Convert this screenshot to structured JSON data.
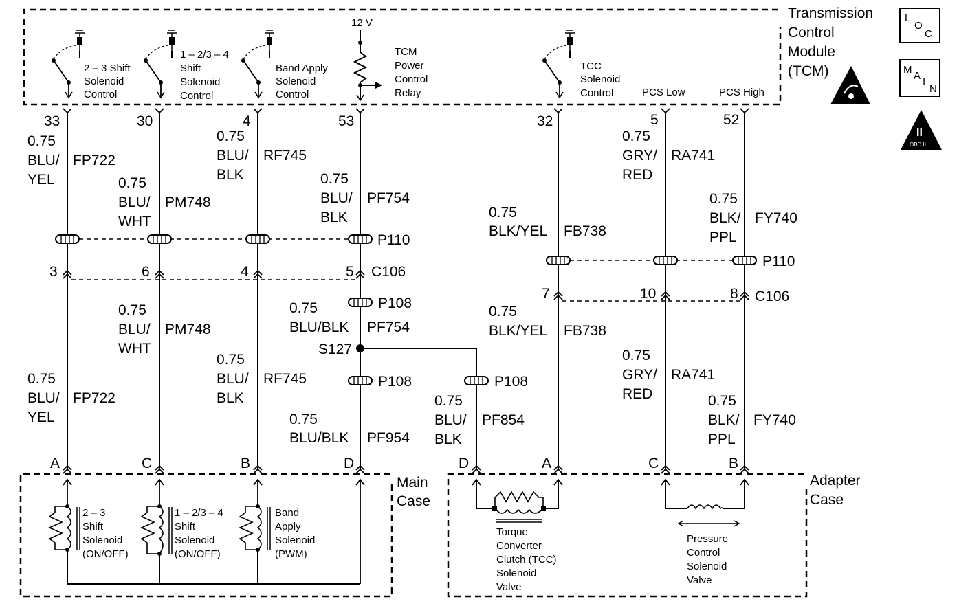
{
  "module": {
    "title_lines": [
      "Transmission",
      "Control",
      "Module",
      "(TCM)"
    ],
    "icons": {
      "loc": [
        "L",
        "O",
        "C"
      ],
      "main": [
        "M",
        "A",
        "I",
        "N"
      ],
      "obd": [
        "II",
        "OBD II"
      ]
    }
  },
  "supply": {
    "voltage": "12 V"
  },
  "switches": {
    "s23": [
      "2 – 3 Shift",
      "Solenoid",
      "Control"
    ],
    "s1234": [
      "1 – 2/3 – 4",
      "Shift",
      "Solenoid",
      "Control"
    ],
    "band": [
      "Band Apply",
      "Solenoid",
      "Control"
    ],
    "relay": [
      "TCM",
      "Power",
      "Control",
      "Relay"
    ],
    "tcc": [
      "TCC",
      "Solenoid",
      "Control"
    ],
    "pcs_low": "PCS Low",
    "pcs_high": "PCS High"
  },
  "pins": {
    "c1": "33",
    "c2": "30",
    "c3": "4",
    "c4": "53",
    "c5": "32",
    "c6": "5",
    "c7": "52"
  },
  "upper_wires": {
    "c1": [
      "0.75",
      "BLU/",
      "YEL",
      "FP722"
    ],
    "c2": [
      "0.75",
      "BLU/",
      "WHT",
      "PM748"
    ],
    "c3": [
      "0.75",
      "BLU/",
      "BLK",
      "RF745"
    ],
    "c4": [
      "0.75",
      "BLU/",
      "BLK",
      "PF754"
    ],
    "c5": [
      "0.75",
      "BLK/YEL",
      "FB738"
    ],
    "c6": [
      "0.75",
      "GRY/",
      "RED",
      "RA741"
    ],
    "c7": [
      "0.75",
      "BLK/",
      "PPL",
      "FY740"
    ]
  },
  "connectors": {
    "p110": "P110",
    "c106": "C106",
    "p108": "P108",
    "splice": "S127",
    "c106_pins_left": [
      "3",
      "6",
      "4",
      "5"
    ],
    "c106_pins_right": [
      "7",
      "10",
      "8"
    ]
  },
  "lower_wires": {
    "c1": [
      "0.75",
      "BLU/",
      "YEL",
      "FP722"
    ],
    "c2": [
      "0.75",
      "BLU/",
      "WHT",
      "PM748"
    ],
    "c3": [
      "0.75",
      "BLU/",
      "BLK",
      "RF745"
    ],
    "c4a": [
      "0.75",
      "BLU/BLK",
      "PF754"
    ],
    "c4b": [
      "0.75",
      "BLU/BLK",
      "PF954"
    ],
    "cTcc": [
      "0.75",
      "BLU/",
      "BLK",
      "PF854"
    ],
    "c5": [
      "0.75",
      "BLK/YEL",
      "FB738"
    ],
    "c6": [
      "0.75",
      "GRY/",
      "RED",
      "RA741"
    ],
    "c7": [
      "0.75",
      "BLK/",
      "PPL",
      "FY740"
    ]
  },
  "bottom_pins": {
    "c1": "A",
    "c2": "C",
    "c3": "B",
    "c4": "D",
    "cTcc": "D",
    "c5": "A",
    "c6": "C",
    "c7": "B"
  },
  "main_case": {
    "label": [
      "Main",
      "Case"
    ],
    "sol23": [
      "2 – 3",
      "Shift",
      "Solenoid",
      "(ON/OFF)"
    ],
    "sol1234": [
      "1 – 2/3 – 4",
      "Shift",
      "Solenoid",
      "(ON/OFF)"
    ],
    "band": [
      "Band",
      "Apply",
      "Solenoid",
      "(PWM)"
    ]
  },
  "adapter_case": {
    "label": [
      "Adapter",
      "Case"
    ],
    "tcc": [
      "Torque",
      "Converter",
      "Clutch (TCC)",
      "Solenoid",
      "Valve"
    ],
    "pcs": [
      "Pressure",
      "Control",
      "Solenoid",
      "Valve"
    ]
  }
}
